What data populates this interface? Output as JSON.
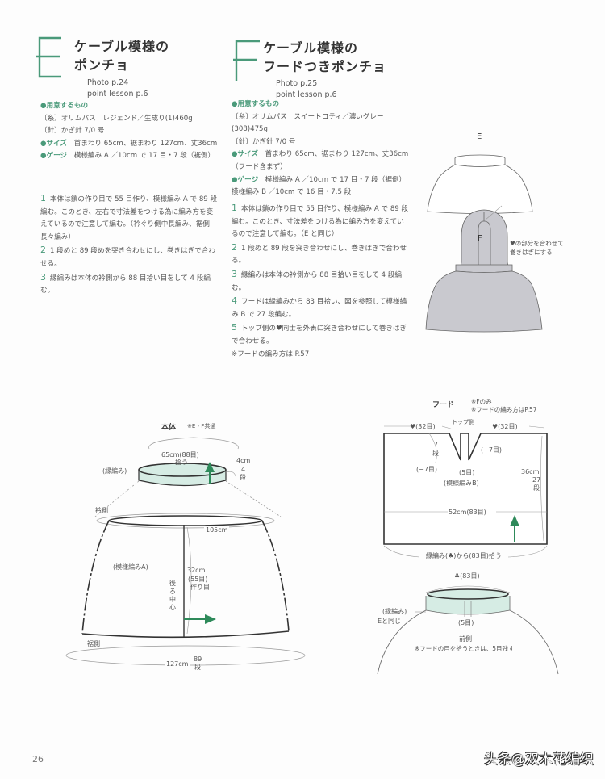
{
  "accent_color": "#4a9a7a",
  "hood_fill_color": "#c9c9cf",
  "border_fill_color": "#d6ece4",
  "pattern_e": {
    "letter": "E",
    "title_line1": "ケーブル模様の",
    "title_line2": "ポンチョ",
    "photo": "Photo p.24",
    "point_lesson": "point lesson p.6",
    "materials_heading": "●用意するもの",
    "yarn": "〔糸〕オリムパス　レジェンド／生成り(1)460g",
    "needle": "〔針〕かぎ針 7/0 号",
    "size_label": "●サイズ",
    "size_text": "首まわり 65cm、裾まわり 127cm、丈36cm",
    "gauge_label": "●ゲージ",
    "gauge_text": "模様編み A ／10cm で 17 目・7 段（裾側）",
    "steps": [
      {
        "num": "1",
        "text": "本体は鎖の作り目で 55 目作り、模様編み A で 89 段編む。このとき、左右で寸法差をつける為に編み方を変えているので注意して編む。（衿ぐり側中長編み、裾側長々編み）"
      },
      {
        "num": "2",
        "text": "1 段めと 89 段めを突き合わせにし、巻きはぎで合わせる。"
      },
      {
        "num": "3",
        "text": "縁編みは本体の衿側から 88 目拾い目をして 4 段編む。"
      }
    ]
  },
  "pattern_f": {
    "letter": "F",
    "title_line1": "ケーブル模様の",
    "title_line2": "フードつきポンチョ",
    "photo": "Photo p.25",
    "point_lesson": "point lesson p.6",
    "materials_heading": "●用意するもの",
    "yarn": "〔糸〕オリムパス　スイートコティ／濃いグレー(308)475g",
    "needle": "〔針〕かぎ針 7/0 号",
    "size_label": "●サイズ",
    "size_text": "首まわり 65cm、裾まわり 127cm、丈36cm（フード含まず）",
    "gauge_label": "●ゲージ",
    "gauge_text": "模様編み A ／10cm で 17 目・7 段（裾側）模様編み B ／10cm で 16 目・7.5 段",
    "steps": [
      {
        "num": "1",
        "text": "本体は鎖の作り目で 55 目作り、模様編み A で 89 段編む。このとき、寸法差をつける為に編み方を変えているので注意して編む。（E と同じ）"
      },
      {
        "num": "2",
        "text": "1 段めと 89 段を突き合わせにし、巻きはぎで合わせる。"
      },
      {
        "num": "3",
        "text": "縁編みは本体の衿側から 88 目拾い目をして 4 段編む。"
      },
      {
        "num": "4",
        "text": "フードは縁編みから 83 目拾い、図を参照して模様編み B で 27 段編む。"
      },
      {
        "num": "5",
        "text": "トップ側の♥同士を外表に突き合わせにして巻きはぎで合わせる。"
      }
    ],
    "note": "※フードの編み方は P.57"
  },
  "illustrations": {
    "e_label": "E",
    "f_label": "F",
    "f_note_line1": "♥の部分を合わせて",
    "f_note_line2": "巻きはぎにする"
  },
  "body_diagram": {
    "title": "本体",
    "title_note": "※E・F共通",
    "neck_measure": "65cm(88目)",
    "neck_pick": "拾う",
    "border_label": "(縁編み)",
    "border_height": "4cm",
    "border_rows_num": "4",
    "border_rows_unit": "段",
    "collar_side": "衿側",
    "width_105": "105cm",
    "pattern_label": "(模様編みA)",
    "length": "32cm",
    "stitches": "(55目)",
    "cast_on": "作り目",
    "back_center": "後ろ中心",
    "hem_side": "裾側",
    "hem_measure": "127cm",
    "hem_rows_num": "89",
    "hem_rows_unit": "段"
  },
  "hood_diagram": {
    "title": "フード",
    "note1": "※Fのみ",
    "note2": "※フードの編み方はP.57",
    "left_top": "♥(32目)",
    "right_top": "♥(32目)",
    "top_side": "トップ側",
    "rows_7_num": "7",
    "rows_7_unit": "段",
    "dec_left": "(−7目)",
    "dec_right": "(−7目)",
    "center_5": "(5目)",
    "pattern_label": "(模様編みB)",
    "height": "36cm",
    "rows_27_num": "27",
    "rows_27_unit": "段",
    "width": "52cm(83目)",
    "pick_up": "縁編み(♣)から(83目)拾う"
  },
  "neck_diagram": {
    "club_count": "♣(83目)",
    "border_label": "(縁編み)",
    "same_as_e": "Eと同じ",
    "center_5": "(5目)",
    "front": "前側",
    "note": "※フードの目を拾うときは、5目残す"
  },
  "footer": {
    "page_number": "26",
    "watermark": "头条@双木花编织"
  }
}
